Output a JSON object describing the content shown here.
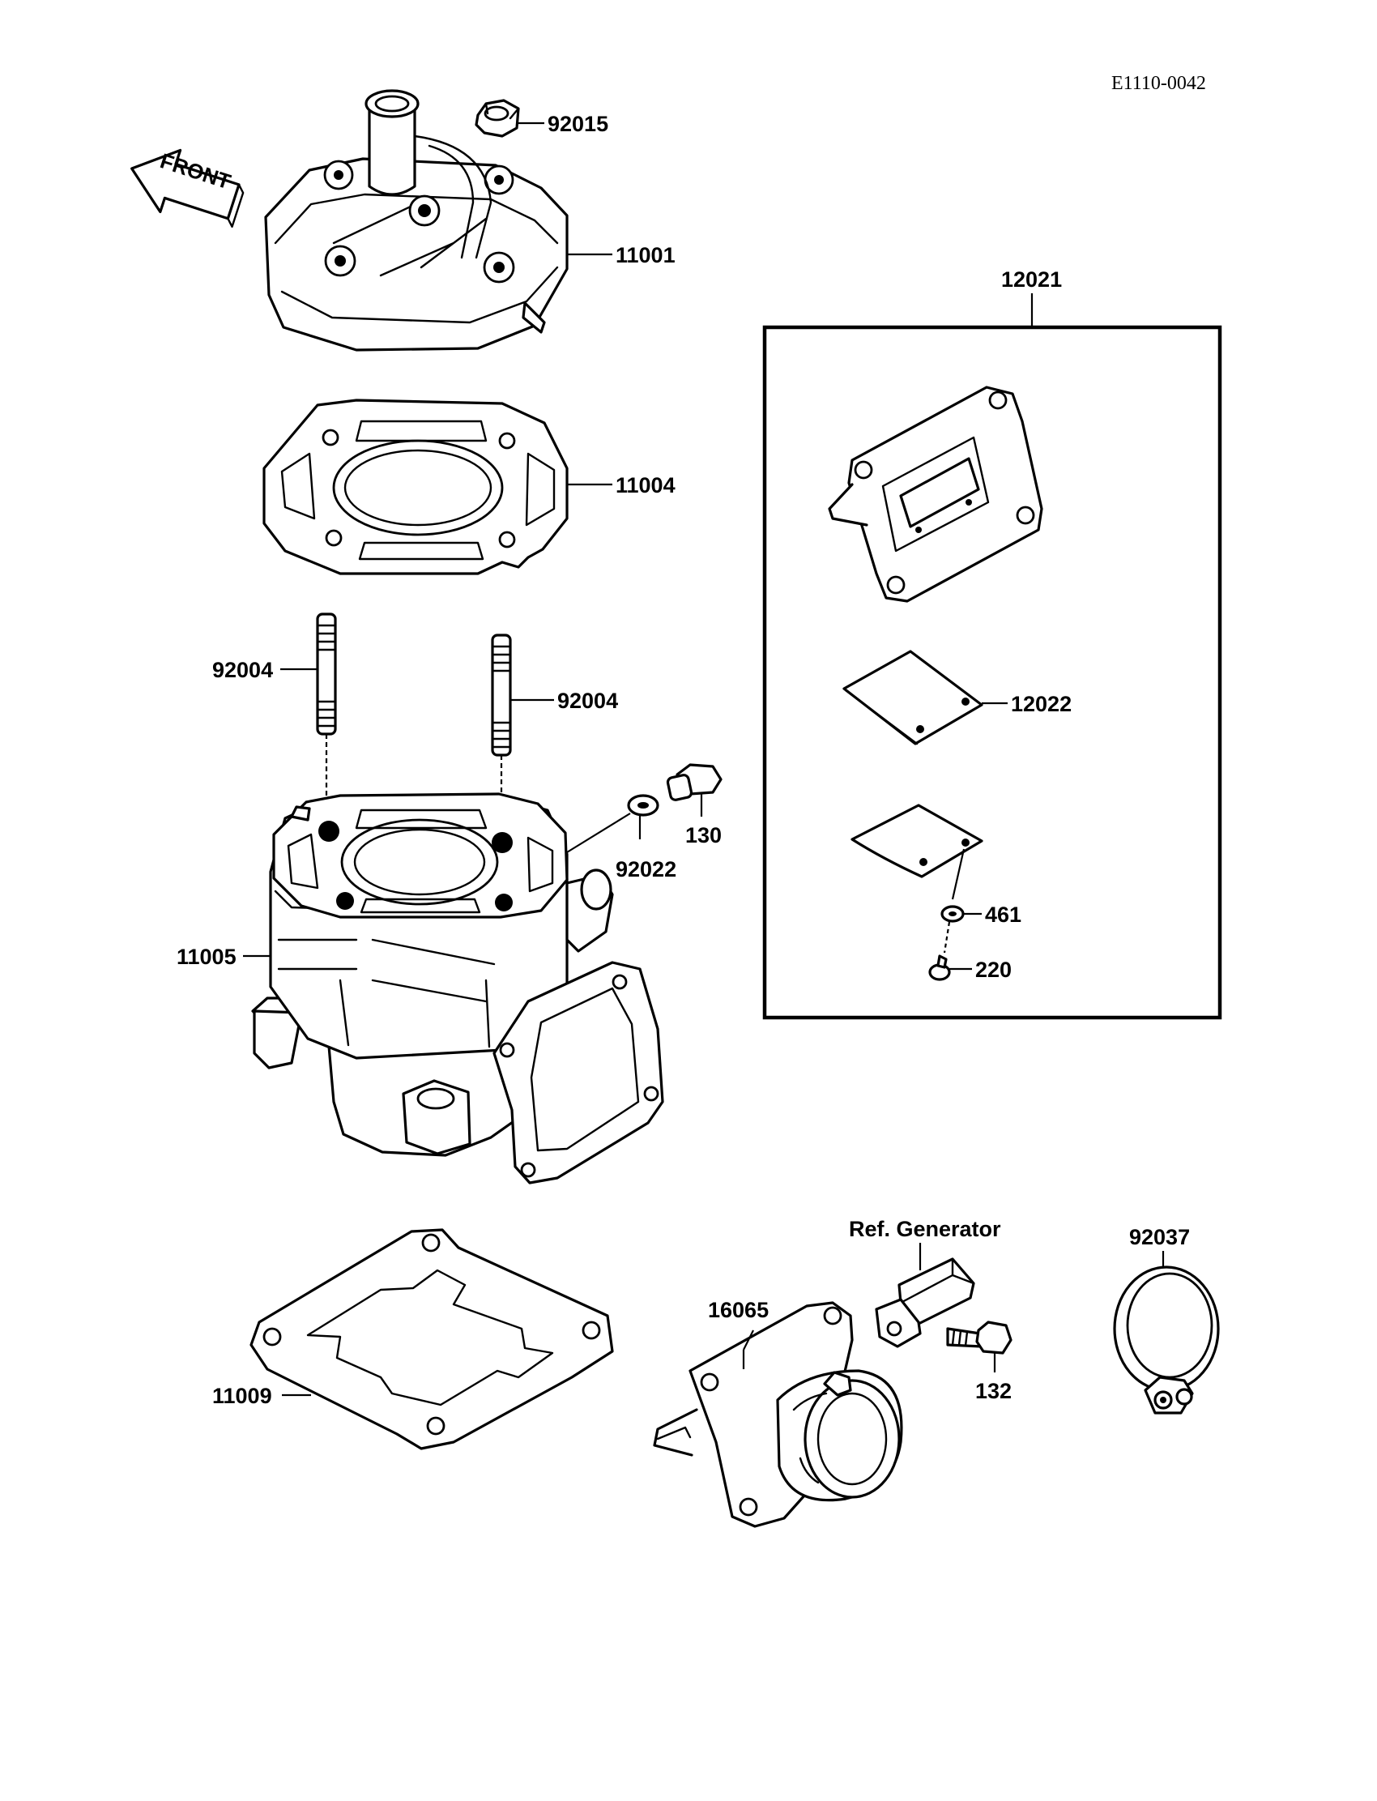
{
  "diagram": {
    "code": "E1110-0042",
    "front_label": "FRONT",
    "parts": {
      "p92015": "92015",
      "p11001": "11001",
      "p11004": "11004",
      "p92004a": "92004",
      "p92004b": "92004",
      "p130": "130",
      "p92022": "92022",
      "p11005": "11005",
      "p12021": "12021",
      "p12022": "12022",
      "p461": "461",
      "p220": "220",
      "ref_generator": "Ref. Generator",
      "p92037": "92037",
      "p16065": "16065",
      "p132": "132",
      "p11009": "11009"
    }
  }
}
